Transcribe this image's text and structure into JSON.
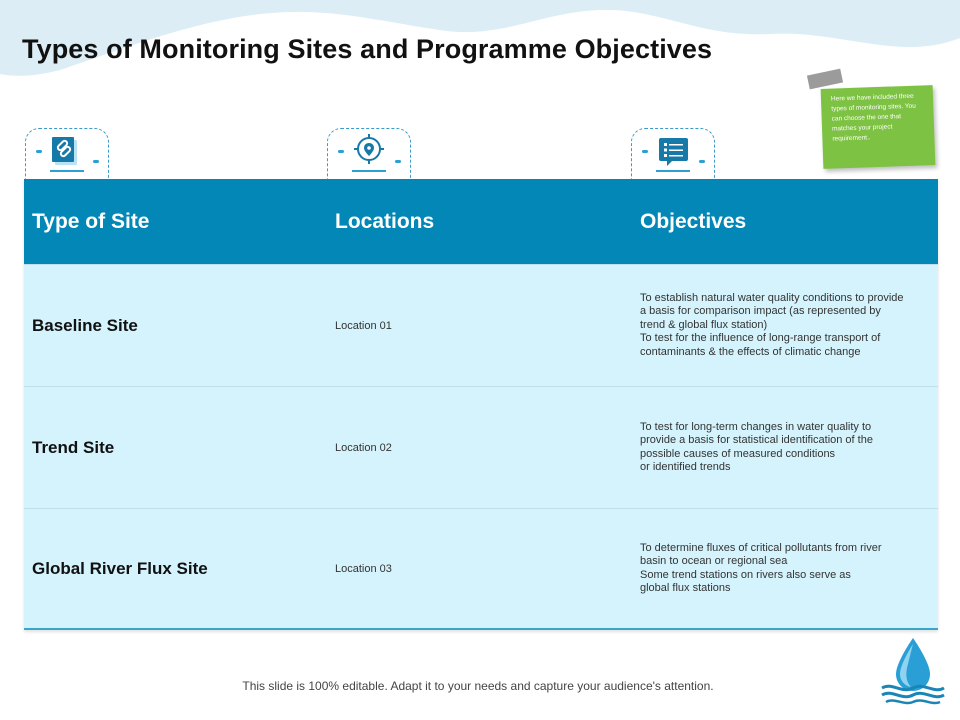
{
  "title": "Types of Monitoring Sites and Programme Objectives",
  "sticky_note": "Here we have included three types of monitoring sites. You can choose the one that matches your project requirement..",
  "icons": [
    "link-document-icon",
    "location-target-icon",
    "checklist-chat-icon"
  ],
  "colors": {
    "header": "#0287b6",
    "row": "#d5f3fc",
    "note": "#7dc242",
    "wave": "#dcedf6"
  },
  "table": {
    "headers": [
      "Type of Site",
      "Locations",
      "Objectives"
    ],
    "rows": [
      {
        "type": "Baseline Site",
        "location": "Location 01",
        "objective": "To establish natural water quality conditions to provide\na basis for comparison impact (as represented by\ntrend & global flux station)\nTo test for the influence of long-range transport of\ncontaminants & the effects of climatic change"
      },
      {
        "type": "Trend Site",
        "location": "Location 02",
        "objective": "To test for long-term changes in water quality to\nprovide a basis for statistical identification of the\npossible causes of measured conditions\n or identified trends"
      },
      {
        "type": "Global River Flux Site",
        "location": "Location 03",
        "objective": "To determine fluxes of critical pollutants from river\nbasin to ocean or regional sea\nSome trend stations on rivers also serve as\nglobal flux stations"
      }
    ]
  },
  "footer": "This slide is 100% editable. Adapt it to your needs and capture your audience's attention."
}
